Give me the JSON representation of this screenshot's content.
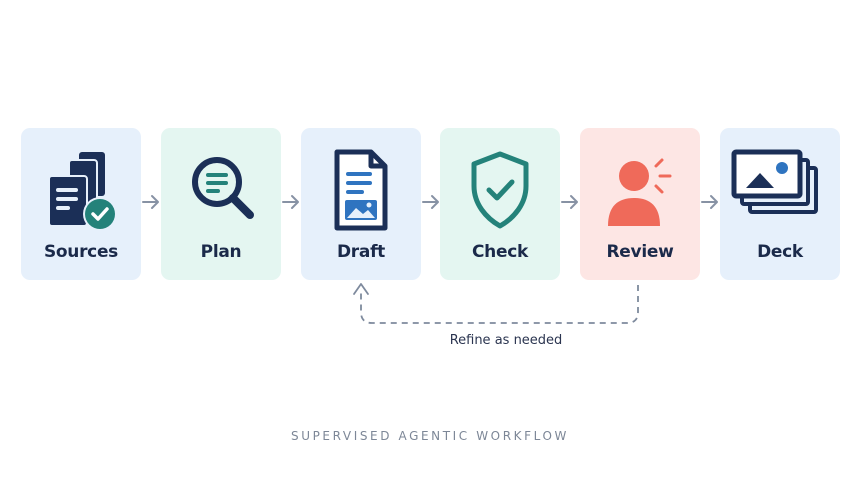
{
  "steps": [
    {
      "label": "Sources",
      "icon": "documents-check-icon"
    },
    {
      "label": "Plan",
      "icon": "magnifier-icon"
    },
    {
      "label": "Draft",
      "icon": "document-image-icon"
    },
    {
      "label": "Check",
      "icon": "shield-check-icon"
    },
    {
      "label": "Review",
      "icon": "person-alert-icon"
    },
    {
      "label": "Deck",
      "icon": "slides-stack-icon"
    }
  ],
  "loop": {
    "label": "Refine as needed"
  },
  "footer": {
    "caption": "SUPERVISED AGENTIC WORKFLOW"
  },
  "colors": {
    "navy": "#1b2f57",
    "teal": "#24827a",
    "blue": "#2f74c0",
    "coral": "#ef6a5a",
    "arrow": "#8792a4",
    "card_blue": "#e6f0fb",
    "card_mint": "#e4f6f1",
    "card_pink": "#fde6e4"
  }
}
